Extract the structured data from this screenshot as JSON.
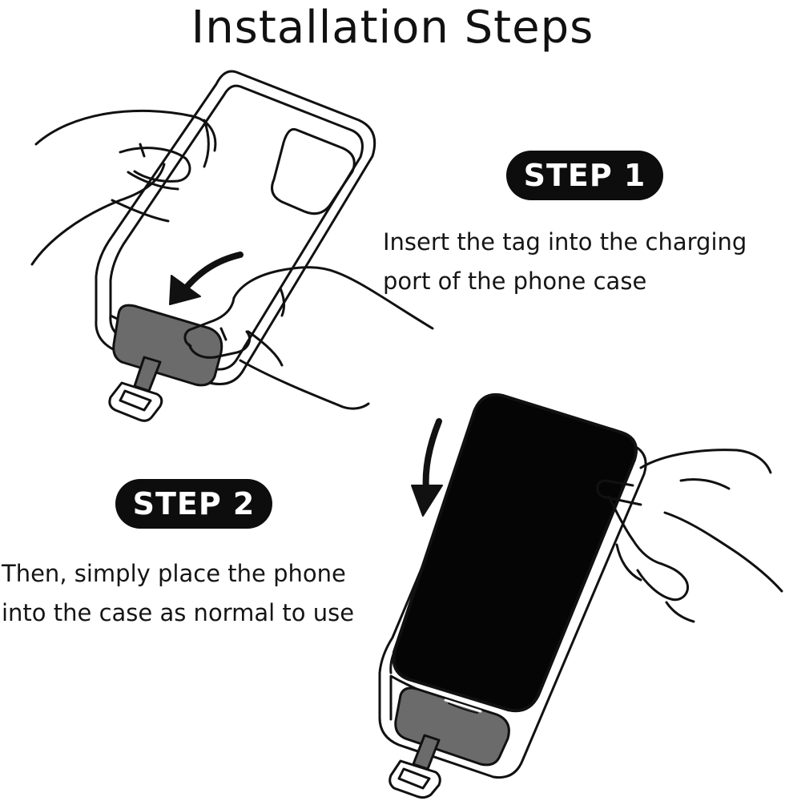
{
  "title": "Installation Steps",
  "steps": [
    {
      "badge": "STEP 1",
      "lines": [
        "Insert the tag into the charging",
        "port of the phone case"
      ]
    },
    {
      "badge": "STEP 2",
      "lines": [
        "Then, simply place the phone",
        "into the case as normal to use"
      ]
    }
  ],
  "colors": {
    "badge_background": "#0d0d0d",
    "badge_text": "#ffffff",
    "tag": "#6b6b6b",
    "phone_screen": "#050505"
  }
}
